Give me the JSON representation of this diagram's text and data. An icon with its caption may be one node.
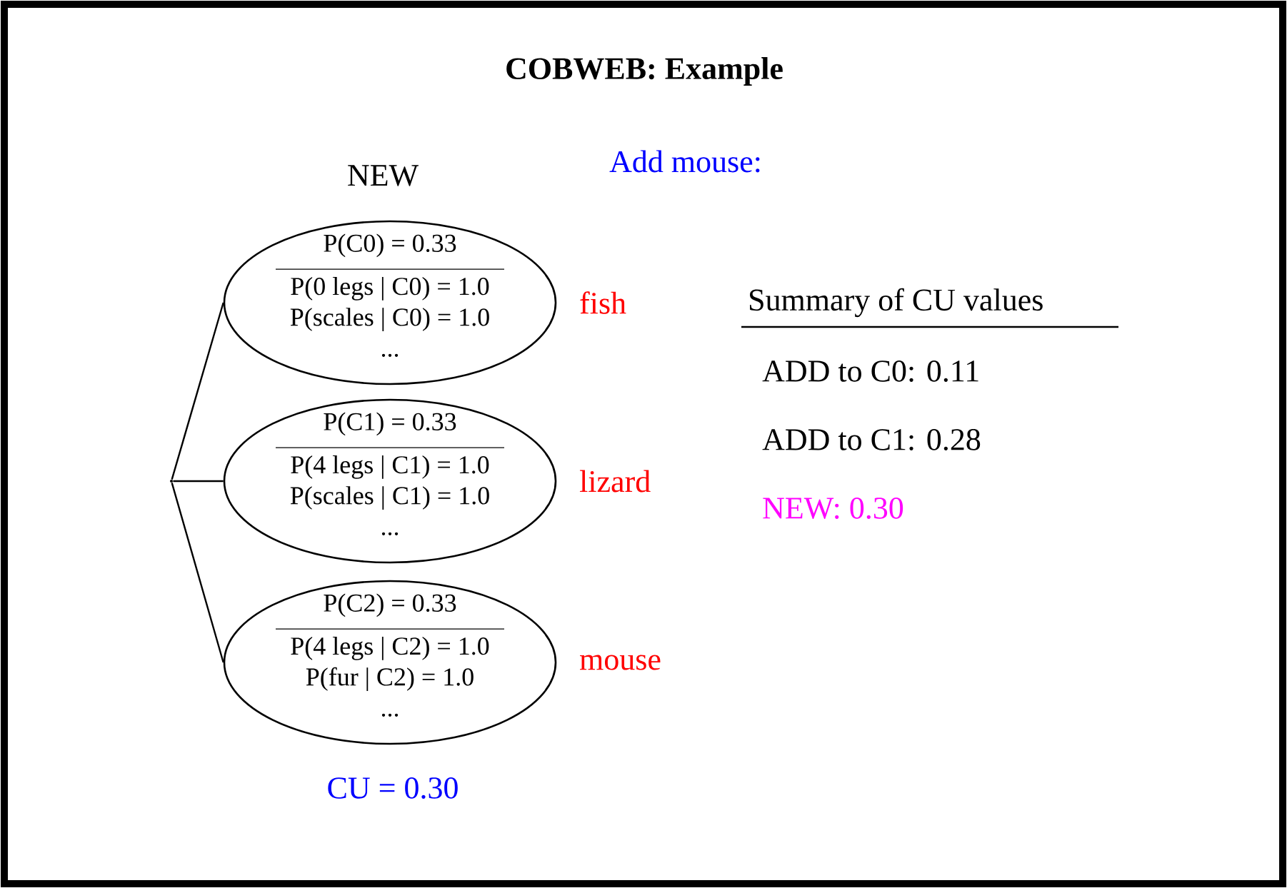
{
  "diagram": {
    "title": "COBWEB: Example",
    "nodes": [
      {
        "text": [],
        "shape": "point"
      },
      {
        "text": [
          "P(C0) = 0.33",
          "P(0 legs | C0) = 1.0",
          "P(scales | C0) = 1.0",
          "..."
        ],
        "beside": [
          "fish"
        ]
      },
      {
        "text": [
          "P(C1) = 0.33",
          "P(4 legs | C1) = 1.0",
          "P(scales | C1) = 1.0",
          "..."
        ],
        "beside": [
          "lizard"
        ]
      },
      {
        "text": [
          "P(C2) = 0.33",
          "P(4 legs | C2) = 1.0",
          "P(fur | C2) = 1.0",
          "..."
        ],
        "beside": [
          "mouse"
        ]
      }
    ],
    "edges": [
      {
        "from": 0,
        "to": 1,
        "arrow": "none"
      },
      {
        "from": 0,
        "to": 2,
        "arrow": "none"
      },
      {
        "from": 0,
        "to": 3,
        "arrow": "none"
      }
    ],
    "labels": [
      "NEW",
      "Add mouse:",
      "Summary of CU values",
      "ADD to C0: 0.11",
      "ADD to C1: 0.28",
      "NEW: 0.30",
      "CU = 0.30"
    ]
  }
}
